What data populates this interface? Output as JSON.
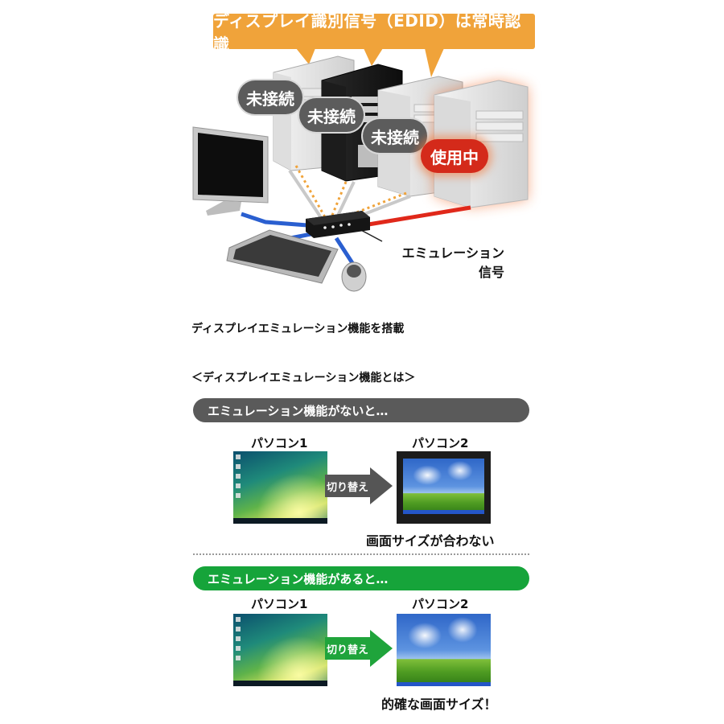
{
  "diagram": {
    "edid_banner": "ディスプレイ識別信号（EDID）は常時認識",
    "statuses": [
      "未接続",
      "未接続",
      "未接続",
      "使用中"
    ],
    "emulation_label_line1": "エミュレーション",
    "emulation_label_line2": "信号"
  },
  "feature_title": "ディスプレイエミュレーション機能を搭載",
  "sub_title": "＜ディスプレイエミュレーション機能とは＞",
  "without": {
    "header": "エミュレーション機能がないと…",
    "pc1": "パソコン1",
    "pc2": "パソコン2",
    "switch": "切り替え",
    "result": "画面サイズが合わない"
  },
  "with": {
    "header": "エミュレーション機能があると…",
    "pc1": "パソコン1",
    "pc2": "パソコン2",
    "switch": "切り替え",
    "result": "的確な画面サイズ！"
  },
  "colors": {
    "banner": "#f0a33a",
    "status_idle": "#5c5c5c",
    "status_active": "#d42a1a",
    "pill_without": "#5a5a5a",
    "pill_with": "#16a43a",
    "cable_blue": "#2a5fd0",
    "cable_red": "#e0281a"
  }
}
